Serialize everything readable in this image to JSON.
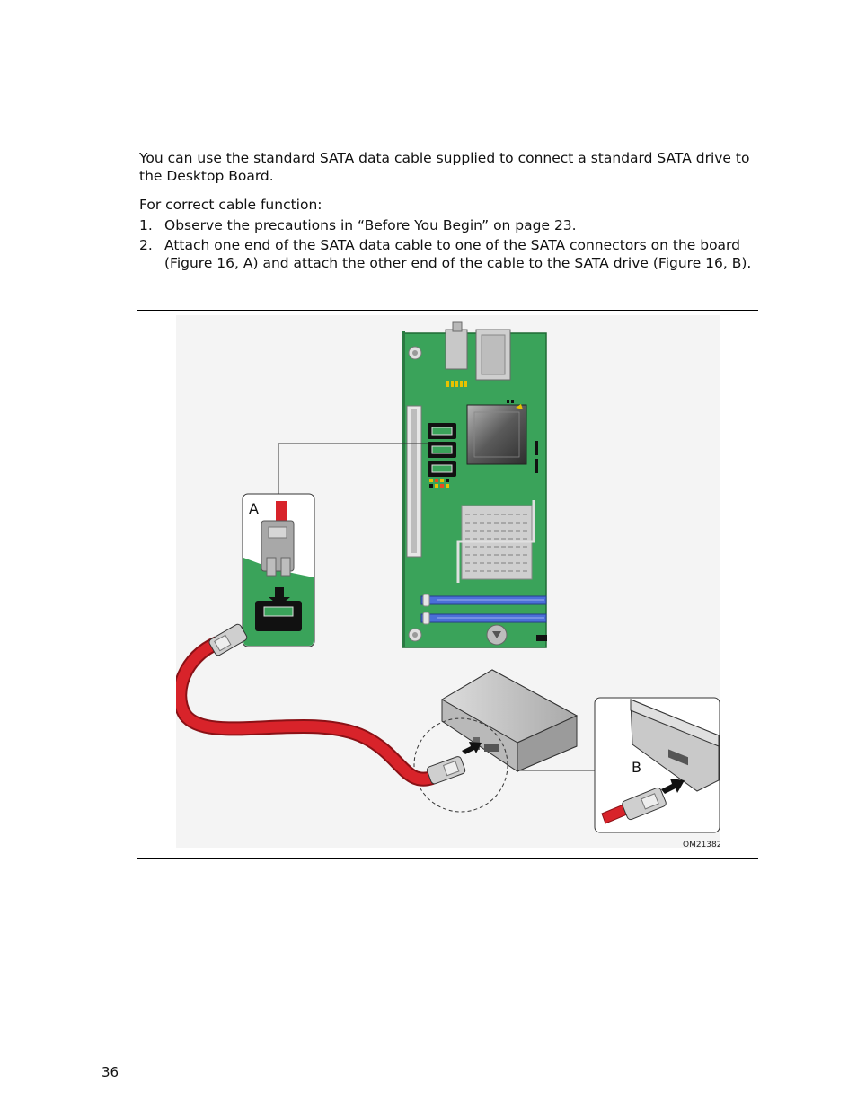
{
  "intro": "You can use the standard SATA data cable supplied to connect a standard SATA drive to the Desktop Board.",
  "lead": "For correct cable function:",
  "steps": [
    {
      "num": "1.",
      "text": "Observe the precautions in “Before You Begin” on page 23."
    },
    {
      "num": "2.",
      "text": "Attach one end of the SATA data cable to one of the SATA connectors on the board (Figure 16, A) and attach the other end of the cable to the SATA drive (Figure 16, B)."
    }
  ],
  "figure": {
    "callout_a": "A",
    "callout_b": "B",
    "figure_id": "OM21382"
  },
  "footer": {
    "page_number": "36"
  },
  "colors": {
    "board_green": "#3aa35a",
    "cable_red": "#d8232a",
    "dimm_blue": "#4a6fd8"
  }
}
